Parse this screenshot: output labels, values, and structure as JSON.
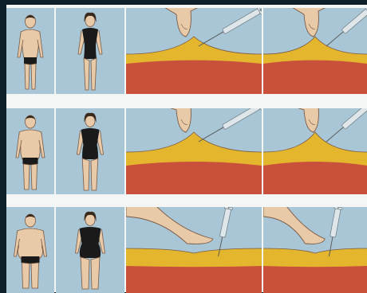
{
  "colors": {
    "background": "#10202a",
    "paper": "#f4f6f5",
    "panel_blue": "#a8c6d6",
    "skin": "#e8c9a8",
    "skin_line": "#7a5a44",
    "hair": "#3a2a1e",
    "swimwear": "#1a1a1a",
    "fat_layer": "#e3b62e",
    "muscle_layer": "#c9503a",
    "syringe": "#dfe6ea"
  },
  "rows": [
    {
      "build": "thin"
    },
    {
      "build": "medium"
    },
    {
      "build": "heavy"
    }
  ],
  "icons": [
    "male-figure-icon",
    "female-figure-icon",
    "skin-pinch-icon",
    "needle-injection-icon"
  ]
}
